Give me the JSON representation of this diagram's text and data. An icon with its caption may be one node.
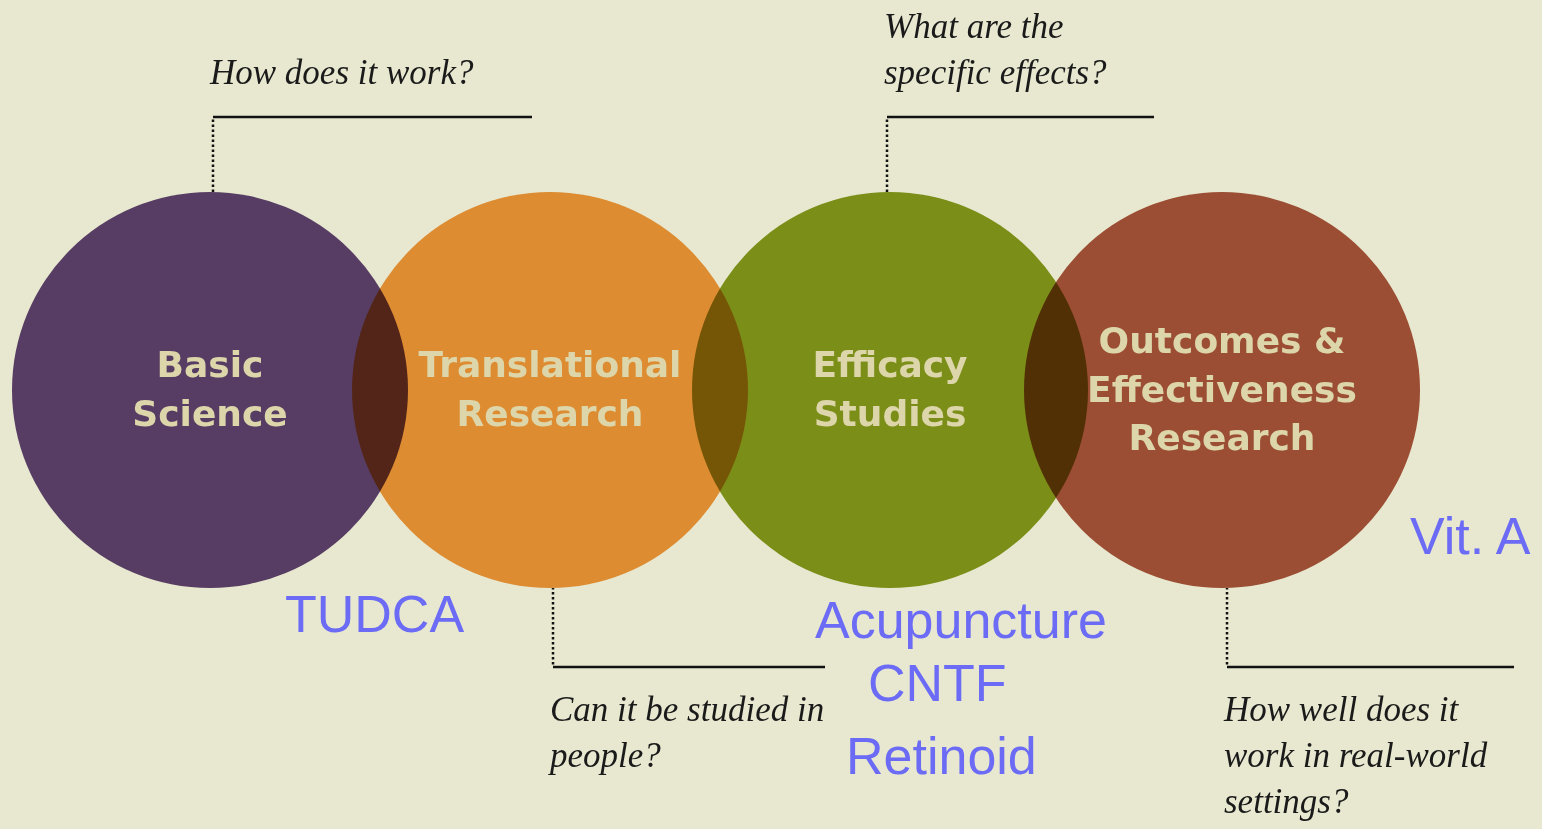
{
  "diagram": {
    "nodes": [
      {
        "text": [
          "Basic Science"
        ]
      },
      {
        "text": [
          "Translational Research"
        ]
      },
      {
        "text": [
          "Efficacy Studies"
        ]
      },
      {
        "text": [
          "Outcomes & Effectiveness Research"
        ]
      },
      {
        "text": [
          "How does it work?"
        ]
      },
      {
        "text": [
          "What are the specific effects?"
        ]
      },
      {
        "text": [
          "Can it be studied in people?"
        ]
      },
      {
        "text": [
          "How well does it work in real-world settings?"
        ]
      }
    ],
    "edges": [
      {
        "from": 4,
        "to": 0,
        "arrow": "none"
      },
      {
        "from": 5,
        "to": 2,
        "arrow": "none"
      },
      {
        "from": 6,
        "to": 1,
        "arrow": "none"
      },
      {
        "from": 7,
        "to": 3,
        "arrow": "none"
      }
    ],
    "labels": [
      "Vit. A",
      "TUDCA",
      "Acupuncture",
      "CNTF",
      "Retinoid"
    ]
  }
}
